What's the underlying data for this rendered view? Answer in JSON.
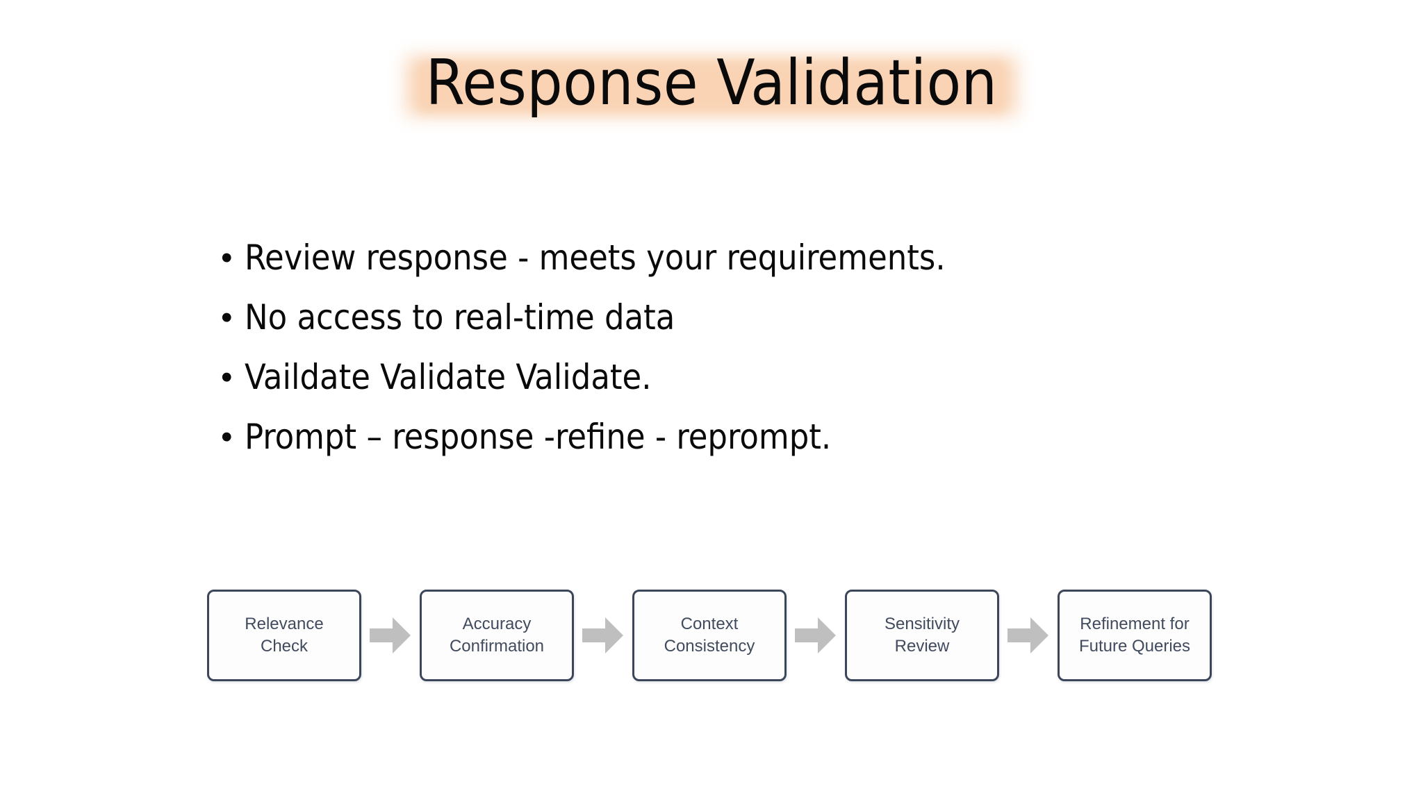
{
  "slide": {
    "title": "Response Validation",
    "background_color": "#ffffff",
    "title_highlight_color": "#f9d3b4",
    "title_text_color": "#0a0a0a"
  },
  "bullets": {
    "marker": "•",
    "items": [
      {
        "text": "Review response - meets your requirements."
      },
      {
        "text": "No access to real-time data"
      },
      {
        "text": "Vaildate Validate Validate."
      },
      {
        "text": "Prompt – response -refine - reprompt."
      }
    ]
  },
  "process_flow": {
    "arrow_icon_name": "right-block-arrow-icon",
    "arrow_color": "#bfbfbf",
    "box_border_color": "#3c465a",
    "box_text_color": "#414b5e",
    "steps": [
      {
        "line1": "Relevance",
        "line2": "Check"
      },
      {
        "line1": "Accuracy",
        "line2": "Confirmation"
      },
      {
        "line1": "Context",
        "line2": "Consistency"
      },
      {
        "line1": "Sensitivity",
        "line2": "Review"
      },
      {
        "line1": "Refinement for",
        "line2": "Future Queries"
      }
    ]
  }
}
